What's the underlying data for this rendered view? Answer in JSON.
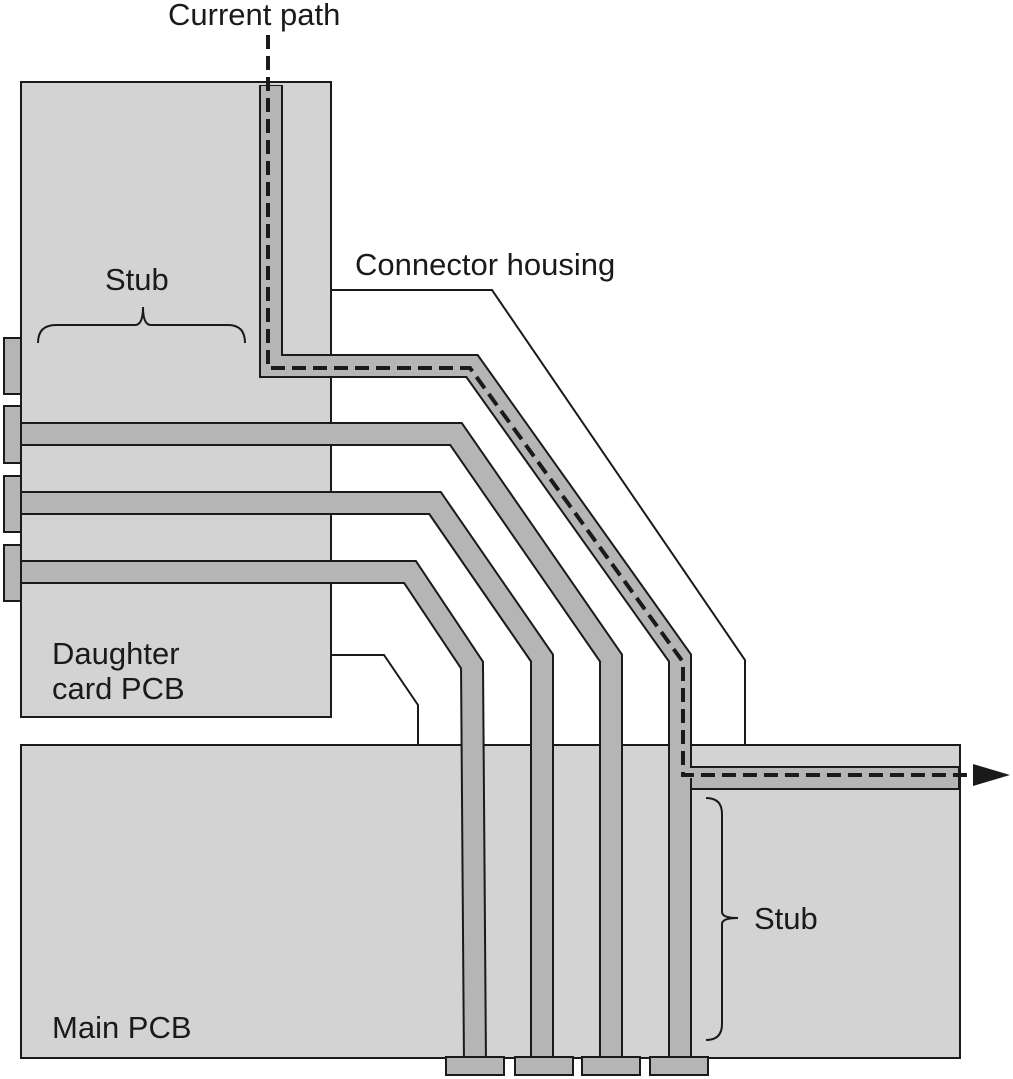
{
  "labels": {
    "current_path": "Current path",
    "connector_housing": "Connector housing",
    "stub_top": "Stub",
    "daughter_line1": "Daughter",
    "daughter_line2": "card PCB",
    "main_pcb": "Main PCB",
    "stub_right": "Stub"
  },
  "colors": {
    "board": "#d3d3d3",
    "pin": "#b5b5b5",
    "line": "#1a1a1a"
  }
}
